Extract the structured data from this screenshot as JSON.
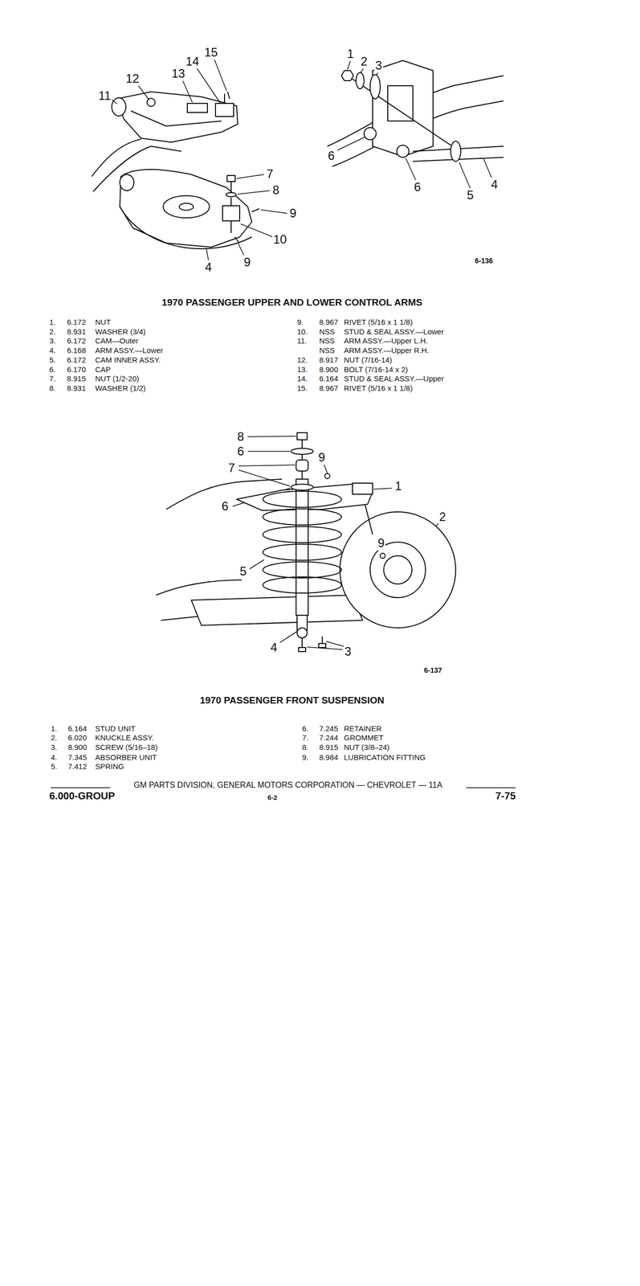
{
  "diagram": {
    "labels": [
      "1",
      "2",
      "3",
      "4",
      "5",
      "6",
      "6",
      "7",
      "8",
      "9",
      "10",
      "4",
      "9",
      "11",
      "12",
      "13",
      "14",
      "15",
      "6-136",
      "1970 PASSENGER UPPER AND LOWER CONTROL ARMS",
      "1.",
      "6.172",
      "NUT",
      "2.",
      "8.931",
      "WASHER (3/4)",
      "3.",
      "6.172",
      "CAM—Outer",
      "4.",
      "6.168",
      "ARM ASSY.—Lower",
      "5.",
      "6.172",
      "CAM INNER ASSY.",
      "6.",
      "6.170",
      "CAP",
      "7.",
      "8.915",
      "NUT (1/2-20)",
      "8.",
      "8.931",
      "WASHER (1/2)",
      "9.",
      "8.967",
      "RIVET (5/16 x 1 1/8)",
      "10.",
      "NSS",
      "STUD & SEAL ASSY.—Lower",
      "11.",
      "NSS",
      "ARM ASSY.—Upper L.H.",
      "NSS",
      "ARM ASSY.—Upper R.H.",
      "12.",
      "8.917",
      "NUT (7/16-14)",
      "13.",
      "8.900",
      "BOLT (7/16-14 x 2)",
      "14.",
      "6.164",
      "STUD & SEAL ASSY.—Upper",
      "15.",
      "8.967",
      "RIVET (5/16 x 1 1/8)",
      "8",
      "6",
      "7",
      "9",
      "1",
      "2",
      "6",
      "5",
      "9",
      "4",
      "3",
      "6-137",
      "1970 PASSENGER FRONT SUSPENSION",
      "1.",
      "6.164",
      "STUD UNIT",
      "2.",
      "6.020",
      "KNUCKLE ASSY.",
      "3.",
      "8.900",
      "SCREW (5/16–18)",
      "4.",
      "7.345",
      "ABSORBER UNIT",
      "5.",
      "7.412",
      "SPRING",
      "6.",
      "7.245",
      "RETAINER",
      "7.",
      "7.244",
      "GROMMET",
      "8.",
      "8.915",
      "NUT (3/8–24)",
      "9.",
      "8.984",
      "LUBRICATION FITTING",
      "GM PARTS DIVISION, GENERAL MOTORS CORPORATION — CHEVROLET — 11A",
      "6.000-GROUP",
      "6-2",
      "7-75"
    ]
  }
}
